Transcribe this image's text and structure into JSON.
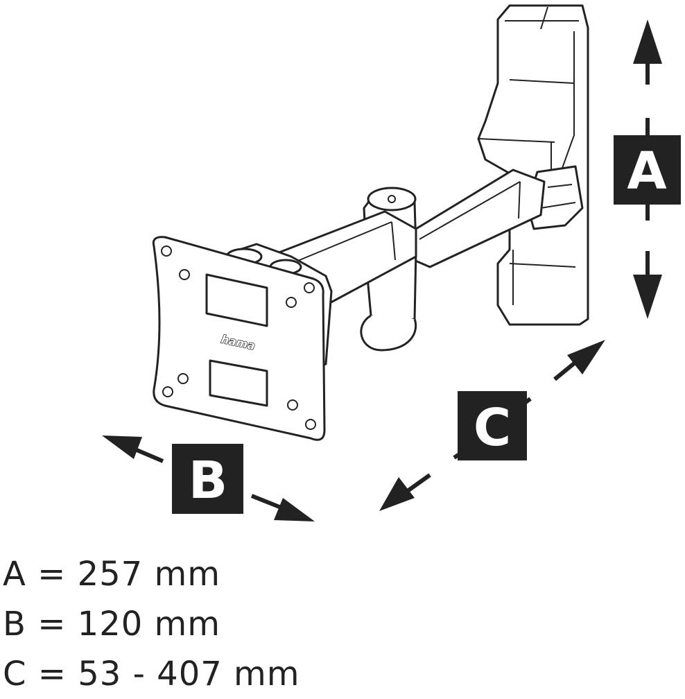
{
  "diagram": {
    "brand": "hama",
    "labels": {
      "a": "A",
      "b": "B",
      "c": "C"
    },
    "colors": {
      "line": "#222222",
      "label_box": "#222222",
      "label_text": "#ffffff",
      "background": "#ffffff"
    }
  },
  "dimensions": [
    {
      "text": "A = 257 mm"
    },
    {
      "text": "B = 120 mm"
    },
    {
      "text": "C = 53 - 407 mm"
    }
  ]
}
